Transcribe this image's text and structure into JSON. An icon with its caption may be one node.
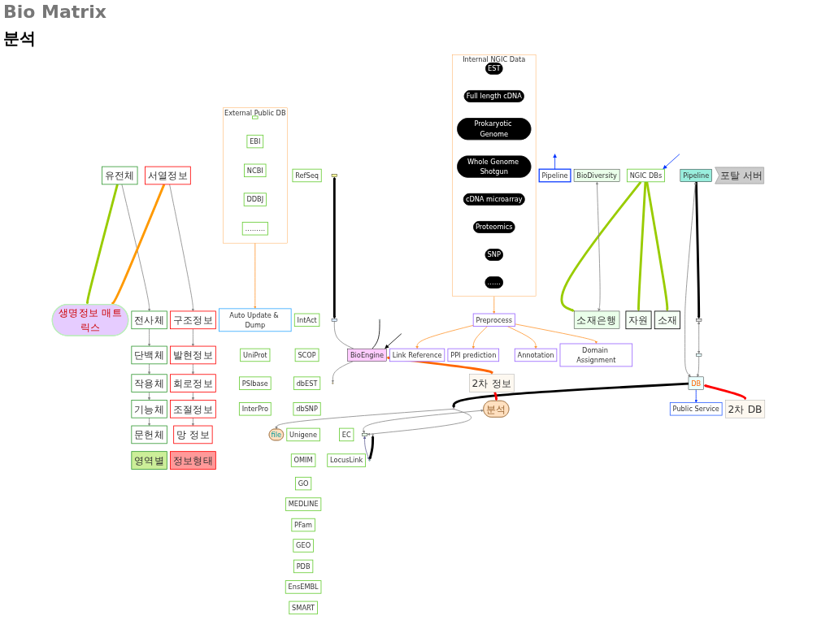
{
  "diagram": {
    "title": "Bio Matrix",
    "nodes": [
      {
        "text": [
          "생명정보 매트릭스"
        ]
      },
      {
        "text": [
          "유전체"
        ]
      },
      {
        "text": [
          "전사체"
        ]
      },
      {
        "text": [
          "단백체"
        ]
      },
      {
        "text": [
          "작용체"
        ]
      },
      {
        "text": [
          "기능체"
        ]
      },
      {
        "text": [
          "문헌체"
        ]
      },
      {
        "text": [
          "영역별"
        ]
      },
      {
        "text": [
          "서열정보"
        ]
      },
      {
        "text": [
          "구조정보"
        ]
      },
      {
        "text": [
          "발현정보"
        ]
      },
      {
        "text": [
          "회로정보"
        ]
      },
      {
        "text": [
          "조절정보"
        ]
      },
      {
        "text": [
          "망 정보"
        ]
      },
      {
        "text": [
          "정보형태"
        ]
      },
      {
        "text": [
          "file"
        ]
      },
      {
        "text": [],
        "shape": "box"
      },
      {
        "text": [
          "External Public DB"
        ]
      },
      {
        "text": [],
        "shape": "box",
        "in": 17
      },
      {
        "text": [
          "EBI"
        ],
        "in": 17
      },
      {
        "text": [
          "NCBI"
        ],
        "in": 17
      },
      {
        "text": [
          "DDBJ"
        ],
        "in": 17
      },
      {
        "text": [
          "………"
        ],
        "in": 17
      },
      {
        "text": [
          "분석"
        ]
      },
      {
        "text": [
          "Internal NGIC Data"
        ]
      },
      {
        "text": [
          "EST"
        ],
        "in": 24
      },
      {
        "text": [
          "Full length cDNA"
        ],
        "in": 24
      },
      {
        "text": [
          "Prokaryotic Genome"
        ],
        "in": 24
      },
      {
        "text": [
          "Whole Genome Shotgun"
        ],
        "in": 24
      },
      {
        "text": [
          "cDNA microarray"
        ],
        "in": 24
      },
      {
        "text": [
          "Proteomics"
        ],
        "in": 24
      },
      {
        "text": [
          "SNP"
        ],
        "in": 24
      },
      {
        "text": [
          "……"
        ],
        "in": 24
      },
      {
        "text": [
          "Auto Update & Dump"
        ]
      },
      {
        "text": [],
        "shape": "box"
      },
      {
        "text": [
          "UniProt"
        ]
      },
      {
        "text": [
          "PSIbase"
        ]
      },
      {
        "text": [
          "InterPro"
        ]
      },
      {
        "text": [
          "Unigene"
        ]
      },
      {
        "text": [
          "OMIM"
        ]
      },
      {
        "text": [
          "GO"
        ]
      },
      {
        "text": [
          "MEDLINE"
        ]
      },
      {
        "text": [
          "RefSeq"
        ]
      },
      {
        "text": [
          "IntAct"
        ]
      },
      {
        "text": [
          "SCOP"
        ]
      },
      {
        "text": [
          "dbEST"
        ]
      },
      {
        "text": [
          "dbSNP"
        ]
      },
      {
        "text": [
          "EC"
        ]
      },
      {
        "text": [
          "LocusLink"
        ]
      },
      {
        "text": [
          "PFam"
        ]
      },
      {
        "text": [
          "GEO"
        ]
      },
      {
        "text": [
          "PDB"
        ]
      },
      {
        "text": [
          "EnsEMBL"
        ]
      },
      {
        "text": [
          "SMART"
        ]
      },
      {
        "text": [],
        "shape": "circle"
      },
      {
        "text": [],
        "shape": "circle"
      },
      {
        "text": [],
        "shape": "box"
      },
      {
        "text": [
          "Pipeline"
        ]
      },
      {
        "text": [],
        "shape": "circle"
      },
      {
        "text": [],
        "shape": "circle"
      },
      {
        "text": [
          "Pipeline"
        ]
      },
      {
        "text": [],
        "shape": "box"
      },
      {
        "text": [
          "Preprocess"
        ]
      },
      {
        "text": [
          "BioEngine"
        ]
      },
      {
        "text": [
          "BioDiversity"
        ]
      },
      {
        "text": [
          "Link Reference"
        ]
      },
      {
        "text": [
          "PPI prediction"
        ]
      },
      {
        "text": [
          "Annotation"
        ]
      },
      {
        "text": [
          "Domain Assignment"
        ]
      },
      {
        "text": [
          "소재은행"
        ]
      },
      {
        "text": [
          "NGIC DBs"
        ]
      },
      {
        "text": [
          "DB"
        ]
      },
      {
        "text": [
          "Public Service"
        ]
      },
      {
        "text": [],
        "shape": "box"
      },
      {
        "text": [
          "자원"
        ]
      },
      {
        "text": [
          "소재"
        ]
      },
      {
        "text": [
          "2차 정보"
        ]
      },
      {
        "text": [
          "2차 DB"
        ]
      },
      {
        "text": [
          "포탈 서버"
        ]
      },
      {
        "text": [],
        "shape": "circle"
      }
    ],
    "edges": [
      {
        "from": 1,
        "to": 2,
        "arrow": "to"
      },
      {
        "from": 2,
        "to": 3,
        "arrow": "to"
      },
      {
        "from": 3,
        "to": 4,
        "arrow": "to"
      },
      {
        "from": 4,
        "to": 5,
        "arrow": "to"
      },
      {
        "from": 5,
        "to": 6,
        "arrow": "to"
      },
      {
        "from": 1,
        "to": 0,
        "arrow": "to",
        "style": "thick",
        "color": "#99cc00"
      },
      {
        "from": 8,
        "to": 9,
        "arrow": "to"
      },
      {
        "from": 9,
        "to": 10,
        "arrow": "to"
      },
      {
        "from": 10,
        "to": 11,
        "arrow": "to"
      },
      {
        "from": 11,
        "to": 12,
        "arrow": "to"
      },
      {
        "from": 12,
        "to": 13,
        "arrow": "to"
      },
      {
        "from": 8,
        "to": 0,
        "arrow": "to",
        "style": "thick",
        "color": "#ff9900"
      },
      {
        "from": 17,
        "to": 33,
        "arrow": "to",
        "color": "#ff9933"
      },
      {
        "from": 55,
        "to": 15,
        "arrow": "to"
      },
      {
        "from": 16,
        "to": 61,
        "arrow": "both",
        "style": "thick",
        "color": "#000000"
      },
      {
        "from": 23,
        "to": 34,
        "arrow": "both"
      },
      {
        "from": 55,
        "to": 34,
        "arrow": "to"
      },
      {
        "from": 34,
        "to": 59,
        "arrow": "both",
        "color": "#666699"
      },
      {
        "from": 63,
        "to": 54,
        "arrow": "to"
      },
      {
        "from": 61,
        "to": 63,
        "arrow": "none"
      },
      {
        "from": 71,
        "to": 55,
        "arrow": "to",
        "style": "thick",
        "color": "#000000"
      },
      {
        "from": 60,
        "to": 56,
        "arrow": "to",
        "style": "thick",
        "color": "#000000"
      },
      {
        "from": 58,
        "to": 59,
        "arrow": "both",
        "style": "thick",
        "color": "#000000"
      },
      {
        "from": 57,
        "to": null,
        "arrow": "to",
        "color": "#0033ff"
      },
      {
        "from": 70,
        "to": 74,
        "arrow": "to",
        "style": "thick",
        "color": "#99cc00"
      },
      {
        "from": 70,
        "to": 75,
        "arrow": "to",
        "style": "thick",
        "color": "#99cc00"
      },
      {
        "from": 70,
        "to": 69,
        "arrow": "to",
        "style": "thick",
        "color": "#99cc00"
      },
      {
        "from": 71,
        "to": 77,
        "arrow": "both",
        "style": "thick",
        "color": "#ff0000"
      },
      {
        "from": 76,
        "to": 23,
        "arrow": "to",
        "style": "thick",
        "color": "#ff0000"
      },
      {
        "from": 63,
        "to": 76,
        "arrow": "both",
        "style": "thick",
        "color": "#ff6600"
      },
      {
        "from": 62,
        "to": 65,
        "arrow": "to",
        "color": "#ff9933"
      },
      {
        "from": 62,
        "to": 66,
        "arrow": "to",
        "color": "#ff9933"
      },
      {
        "from": 62,
        "to": 67,
        "arrow": "to",
        "color": "#ff9933"
      },
      {
        "from": 62,
        "to": 68,
        "arrow": "to",
        "color": "#ff9933"
      },
      {
        "from": 24,
        "to": 62,
        "arrow": "to",
        "color": "#ff9933"
      },
      {
        "from": 79,
        "to": 63,
        "arrow": "none",
        "color": "#000000"
      },
      {
        "from": null,
        "to": 63,
        "arrow": "to",
        "color": "#000000"
      },
      {
        "from": 64,
        "to": 69,
        "arrow": "both"
      },
      {
        "from": 60,
        "to": 71,
        "arrow": "both"
      },
      {
        "from": 56,
        "to": 73,
        "arrow": "both"
      },
      {
        "from": 73,
        "to": 71,
        "arrow": "to"
      },
      {
        "from": 71,
        "to": 72,
        "arrow": "to",
        "color": "#0033ff"
      },
      {
        "from": null,
        "to": 70,
        "arrow": "to",
        "color": "#0033ff"
      }
    ],
    "labels": [
      "분석"
    ]
  }
}
